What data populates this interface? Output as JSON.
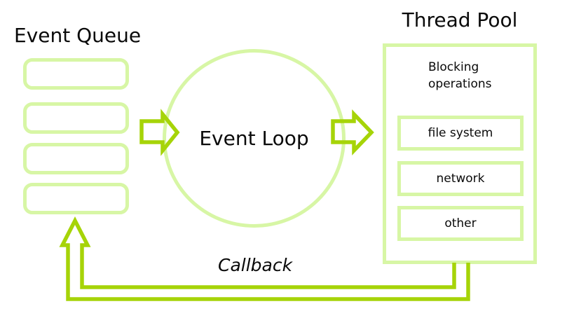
{
  "colors": {
    "pale_green": "#d7f6a5",
    "bright_green": "#a6d408",
    "text_black": "#0a0a0a",
    "background": "#ffffff"
  },
  "event_queue": {
    "title": "Event Queue",
    "slot_count": 4
  },
  "event_loop": {
    "label": "Event Loop"
  },
  "thread_pool": {
    "title": "Thread Pool",
    "subtitle": "Blocking\noperations",
    "items": [
      "file system",
      "network",
      "other"
    ]
  },
  "callback": {
    "label": "Callback"
  }
}
